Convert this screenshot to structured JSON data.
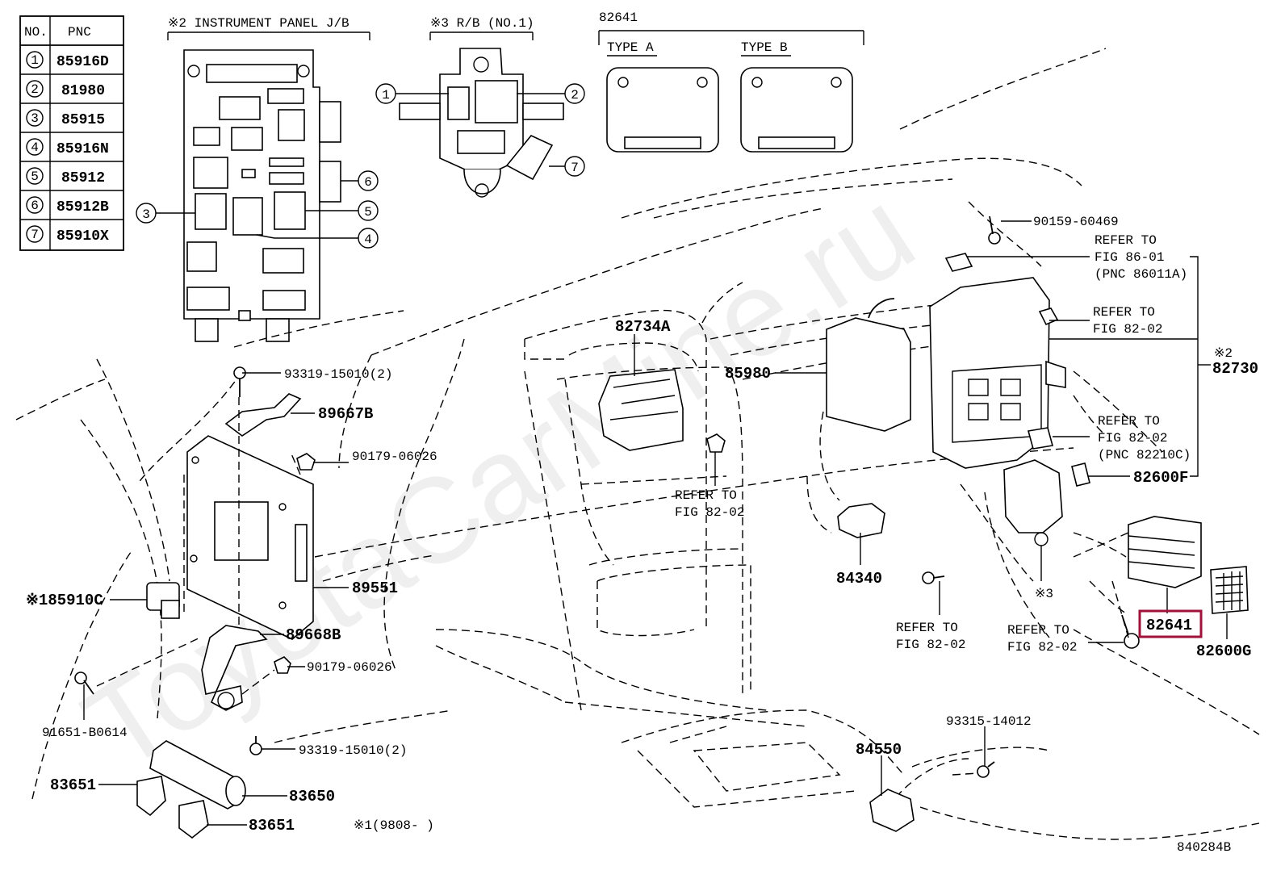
{
  "watermark": "ToyotaCarMine.ru",
  "table": {
    "header_no": "NO.",
    "header_pnc": "PNC",
    "rows": [
      {
        "no": "1",
        "pnc": "85916D"
      },
      {
        "no": "2",
        "pnc": "81980"
      },
      {
        "no": "3",
        "pnc": "85915"
      },
      {
        "no": "4",
        "pnc": "85916N"
      },
      {
        "no": "5",
        "pnc": "85912"
      },
      {
        "no": "6",
        "pnc": "85912B"
      },
      {
        "no": "7",
        "pnc": "85910X"
      }
    ]
  },
  "insets": {
    "instrument_panel": "※2 INSTRUMENT PANEL J/B",
    "rb": "※3 R/B (NO.1)",
    "type_pnc": "82641",
    "type_a": "TYPE A",
    "type_b": "TYPE B"
  },
  "callouts": {
    "c1": "1",
    "c2": "2",
    "c3": "3",
    "c4": "4",
    "c5": "5",
    "c6": "6",
    "c7": "7"
  },
  "parts": {
    "p90159_60469": "90159-60469",
    "refer_86_01_a": "REFER TO",
    "refer_86_01_b": "FIG 86-01",
    "refer_86_01_c": "(PNC 86011A)",
    "refer_82_02_top_a": "REFER TO",
    "refer_82_02_top_b": "FIG 82-02",
    "note2": "※2",
    "p82730": "82730",
    "refer_82210c_a": "REFER TO",
    "refer_82210c_b": "FIG 82-02",
    "refer_82210c_c": "(PNC 82210C)",
    "p82600f": "82600F",
    "p82734a": "82734A",
    "p85980": "85980",
    "p93319_top": "93319-15010(2)",
    "p89667b": "89667B",
    "p90179_top": "90179-06026",
    "refer_mid_a": "REFER TO",
    "refer_mid_b": "FIG 82-02",
    "p84340": "84340",
    "p89551": "89551",
    "p85910c": "※185910C",
    "p89668b": "89668B",
    "p90179_bot": "90179-06026",
    "p91651": "91651-B0614",
    "p93319_bot": "93319-15010(2)",
    "p83651_top": "83651",
    "p83650": "83650",
    "p83651_bot": "83651",
    "note1": "※1(9808-    )",
    "note3": "※3",
    "refer_lo1_a": "REFER TO",
    "refer_lo1_b": "FIG 82-02",
    "refer_lo2_a": "REFER TO",
    "refer_lo2_b": "FIG 82-02",
    "p82641": "82641",
    "p82600g": "82600G",
    "p93315": "93315-14012",
    "p84550": "84550",
    "fig_code": "840284B"
  },
  "colors": {
    "highlight": "#a0123a",
    "line": "#000000",
    "watermark": "#cfcfcf"
  }
}
